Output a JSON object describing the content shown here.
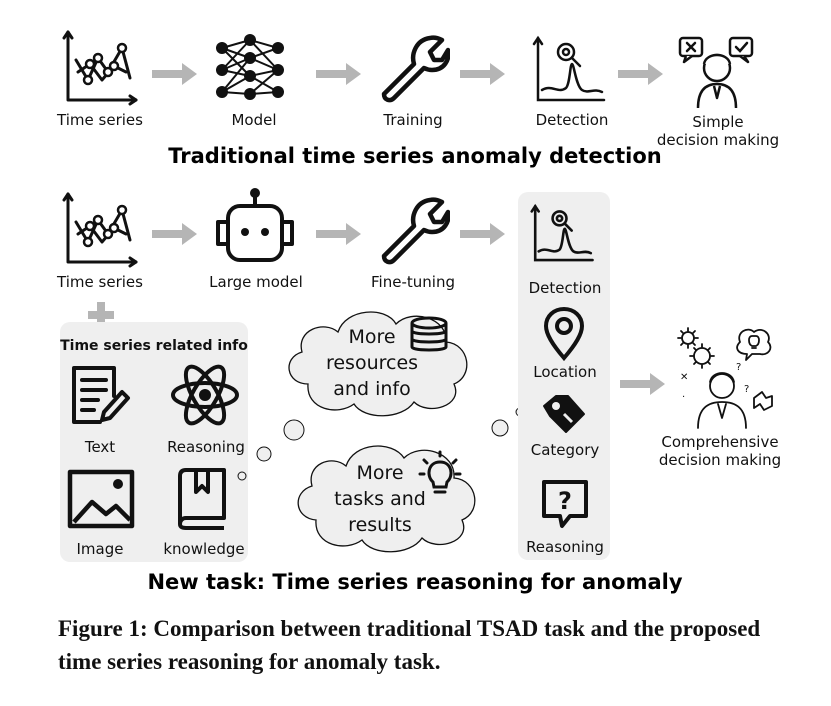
{
  "top_row": {
    "labels": [
      "Time series",
      "Model",
      "Training",
      "Detection",
      "Simple\ndecision making"
    ]
  },
  "top_title": "Traditional time series anomaly detection",
  "mid_row": {
    "labels": [
      "Time series",
      "Large model",
      "Fine-tuning"
    ]
  },
  "info_panel": {
    "title": "Time series related info",
    "items": [
      "Text",
      "Reasoning",
      "Image",
      "knowledge"
    ]
  },
  "cloud1": {
    "text": "More\nresources\nand info"
  },
  "cloud2": {
    "text": "More\ntasks and\nresults"
  },
  "outputs_panel": {
    "items": [
      "Detection",
      "Location",
      "Category",
      "Reasoning"
    ]
  },
  "result_label": "Comprehensive\ndecision making",
  "bottom_title": "New task: Time series reasoning for anomaly",
  "caption": "Figure 1: Comparison between traditional TSAD task and the proposed time series reasoning for anomaly task.",
  "colors": {
    "arrow": "#b5b5b5",
    "panel": "#efefef",
    "ink": "#111111"
  }
}
